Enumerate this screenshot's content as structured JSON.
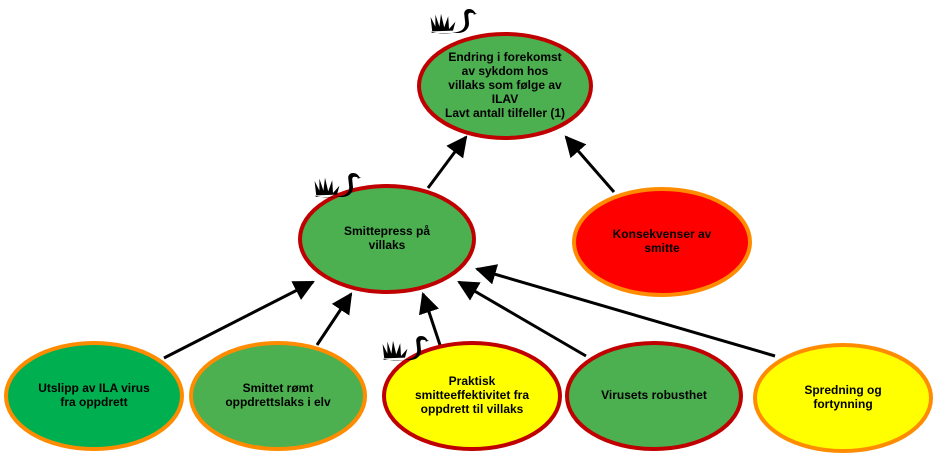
{
  "colors": {
    "green_dark": "#00b050",
    "green": "#4caf50",
    "red": "#ff0000",
    "yellow": "#ffff00",
    "border_red": "#c00000",
    "border_orange": "#ff8c00",
    "arrow": "#000000"
  },
  "icons": {
    "black_swan": "black-swan-icon"
  },
  "nodes": {
    "top": {
      "lines": [
        "Endring i forekomst",
        "av sykdom hos",
        "villaks som følge av",
        "ILAV",
        "Lavt antall tilfeller (1)"
      ],
      "fill": "green",
      "border": "border_red",
      "has_swan": true
    },
    "smittepress": {
      "lines": [
        "Smittepress på",
        "villaks"
      ],
      "fill": "green",
      "border": "border_red",
      "has_swan": true
    },
    "konsekvenser": {
      "lines": [
        "Konsekvenser av",
        "smitte"
      ],
      "fill": "red",
      "border": "border_orange",
      "has_swan": false
    },
    "utslipp": {
      "lines": [
        "Utslipp av ILA virus",
        "fra oppdrett"
      ],
      "fill": "green_dark",
      "border": "border_orange",
      "has_swan": false
    },
    "smittet_romt": {
      "lines": [
        "Smittet rømt",
        "oppdrettslaks i elv"
      ],
      "fill": "green",
      "border": "border_orange",
      "has_swan": false
    },
    "praktisk": {
      "lines": [
        "Praktisk",
        "smitteeffektivitet fra",
        "oppdrett til villaks"
      ],
      "fill": "yellow",
      "border": "border_red",
      "has_swan": true
    },
    "virusets": {
      "lines": [
        "Virusets robusthet"
      ],
      "fill": "green",
      "border": "border_red",
      "has_swan": false
    },
    "spredning": {
      "lines": [
        "Spredning og",
        "fortynning"
      ],
      "fill": "yellow",
      "border": "border_orange",
      "has_swan": false
    }
  },
  "edges": [
    {
      "from": "smittepress",
      "to": "top"
    },
    {
      "from": "konsekvenser",
      "to": "top"
    },
    {
      "from": "utslipp",
      "to": "smittepress"
    },
    {
      "from": "smittet_romt",
      "to": "smittepress"
    },
    {
      "from": "praktisk",
      "to": "smittepress"
    },
    {
      "from": "virusets",
      "to": "smittepress"
    },
    {
      "from": "spredning",
      "to": "smittepress"
    }
  ]
}
